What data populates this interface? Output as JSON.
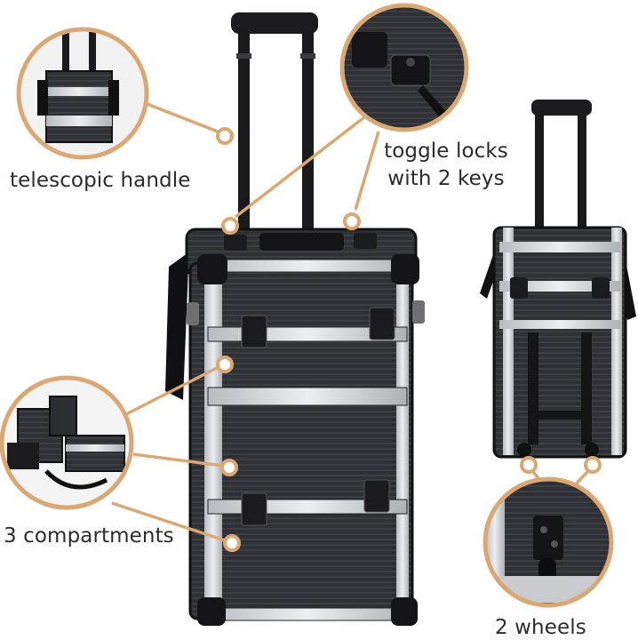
{
  "labels": {
    "telescopic_handle": "telescopic handle",
    "toggle_locks_line1": "toggle locks",
    "toggle_locks_line2": "with 2 keys",
    "compartments": "3 compartments",
    "wheels": "2 wheels"
  },
  "colors": {
    "accent_ring": "#d9a874",
    "case_body": "#2e2f33",
    "aluminium_trim": "#d7d9dc",
    "hardware": "#151517",
    "label_text": "#2b2b2b"
  },
  "icons": {
    "callout_marker": "hollow-circle",
    "leader_line": "straight-line"
  }
}
